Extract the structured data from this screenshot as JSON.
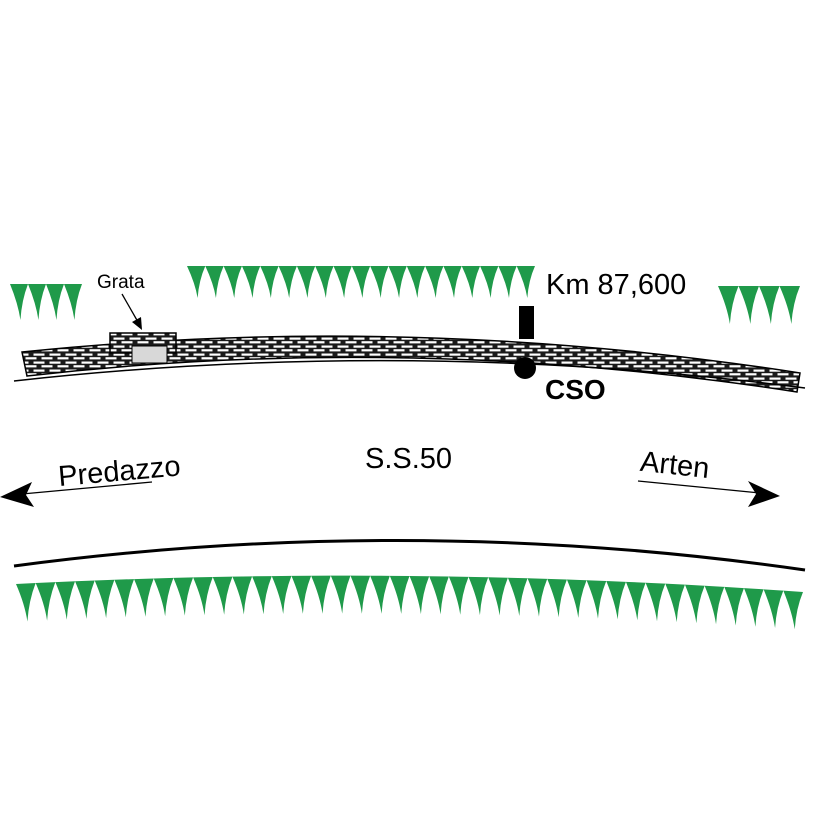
{
  "labels": {
    "grata": "Grata",
    "km": "Km 87,600",
    "cso": "CSO",
    "road": "S.S.50",
    "left_direction": "Predazzo",
    "right_direction": "Arten"
  },
  "colors": {
    "vegetation": "#1f9a4a",
    "wall": "#1a1a1a",
    "grate": "#d8d8d8",
    "ink": "#000000"
  }
}
